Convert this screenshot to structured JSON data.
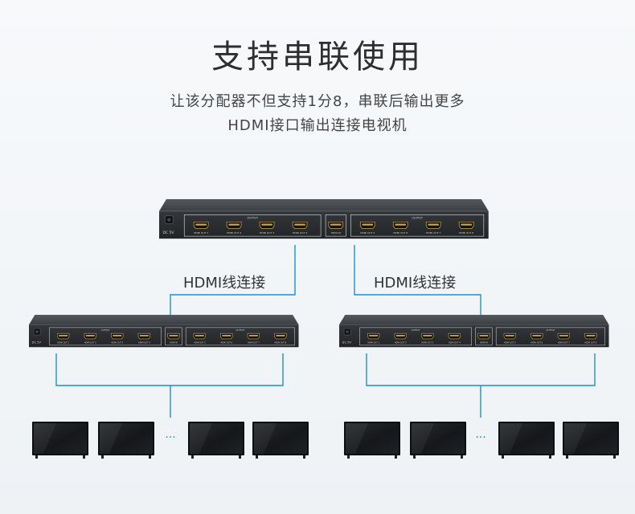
{
  "heading": {
    "title": "支持串联使用",
    "line1": "让该分配器不但支持1分8，串联后输出更多",
    "line2": "HDMI接口输出连接电视机"
  },
  "connections": {
    "left_label": "HDMI线连接",
    "right_label": "HDMI线连接"
  },
  "splitter": {
    "dc_label": "DC 5V",
    "output_group_label": "OUTPUT",
    "input_port_label": "HDMI IN",
    "output_ports": [
      "HDMI OUT 1",
      "HDMI OUT 2",
      "HDMI OUT 3",
      "HDMI OUT 4",
      "HDMI OUT 5",
      "HDMI OUT 6",
      "HDMI OUT 7",
      "HDMI OUT 8"
    ]
  },
  "tv_ellipsis": "···",
  "colors": {
    "connector_line": "#1e8fd2",
    "device_body": "#3a3d41",
    "device_panel": "#2b2d30",
    "tv_screen": "#1d1f22"
  }
}
